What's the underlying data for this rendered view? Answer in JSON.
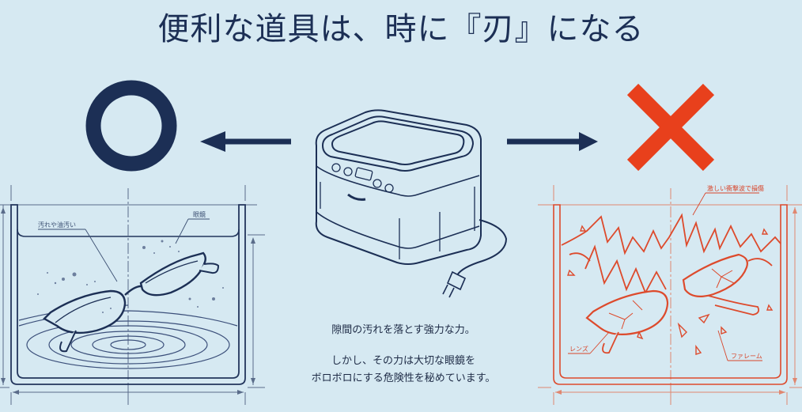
{
  "title": "便利な道具は、時に『刃』になる",
  "colors": {
    "background": "#d6e9f2",
    "navy": "#1c2f55",
    "red": "#e8401c",
    "red_line": "#dd4a2c"
  },
  "left_panel": {
    "verdict_icon": "circle-ok-icon",
    "labels": {
      "dirt": "汚れや油汚い",
      "glasses": "眼鏡"
    }
  },
  "right_panel": {
    "verdict_icon": "cross-ng-icon",
    "labels": {
      "top": "激しい衝撃波で損傷",
      "lens": "レンズ",
      "frame": "ファレーム"
    }
  },
  "center": {
    "device": "ultrasonic-cleaner-icon",
    "caption_1": "隙間の汚れを落とす強力な力。",
    "caption_2_line1": "しかし、その力は大切な眼鏡を",
    "caption_2_line2": "ボロボロにする危険性を秘めています。"
  }
}
